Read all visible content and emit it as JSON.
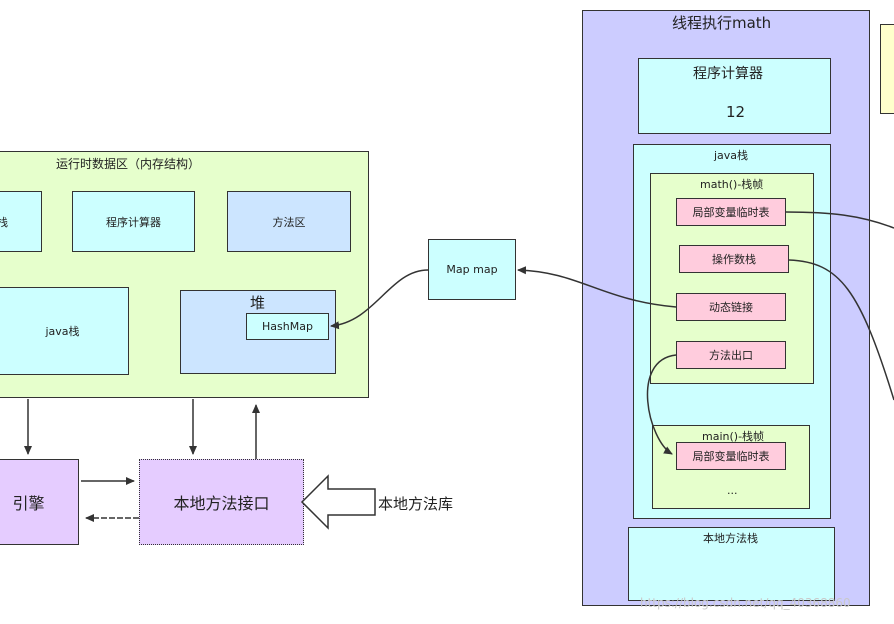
{
  "runtime": {
    "title": "运行时数据区（内存结构）",
    "stack_left": "栈",
    "pc": "程序计算器",
    "method_area": "方法区",
    "java_stack": "java栈",
    "heap": "堆",
    "hashmap": "HashMap"
  },
  "map_ref": "Map map",
  "engine": "引擎",
  "native_interface": "本地方法接口",
  "native_lib": "本地方法库",
  "thread": {
    "title": "线程执行math",
    "pc_label": "程序计算器",
    "pc_value": "12",
    "java_stack": "java栈",
    "math_frame": {
      "title": "math()-栈帧",
      "items": [
        "局部变量临时表",
        "操作数栈",
        "动态链接",
        "方法出口"
      ]
    },
    "main_frame": {
      "title": "main()-栈帧",
      "items": [
        "局部变量临时表"
      ],
      "ellipsis": "..."
    },
    "native_stack": "本地方法栈"
  },
  "watermark": "https://blog.csdn.net/qq_40368860",
  "colors": {
    "green": "#e6ffcc",
    "cyan": "#ccffff",
    "light_blue": "#cce5ff",
    "lavender": "#ccccff",
    "pink": "#ffccdd",
    "purple": "#e5ccff",
    "yellow": "#ffffcc"
  }
}
